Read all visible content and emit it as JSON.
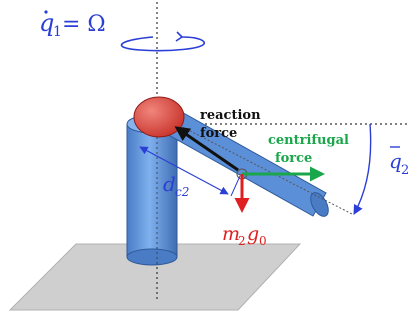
{
  "labels": {
    "omega": {
      "lhs": "q",
      "sub": "1",
      "eq": " = Ω"
    },
    "reaction": {
      "line1": "reaction",
      "line2": "force"
    },
    "centrifugal": {
      "line1": "centrifugal",
      "line2": "force"
    },
    "dc2": {
      "main": "d",
      "sub": "c2"
    },
    "gravity": {
      "m": "m",
      "msub": "2",
      "g": "g",
      "gsub": "0"
    },
    "qbar2": {
      "main": "q",
      "sub": "2"
    }
  },
  "colors": {
    "link": "#5b8fd8",
    "joint": "#d93a33",
    "reaction_arrow": "#111111",
    "centrifugal_arrow": "#1aa64a",
    "gravity_arrow": "#e02020",
    "dimension": "#2b3fd6",
    "base_plate": "#cfcfcf"
  }
}
